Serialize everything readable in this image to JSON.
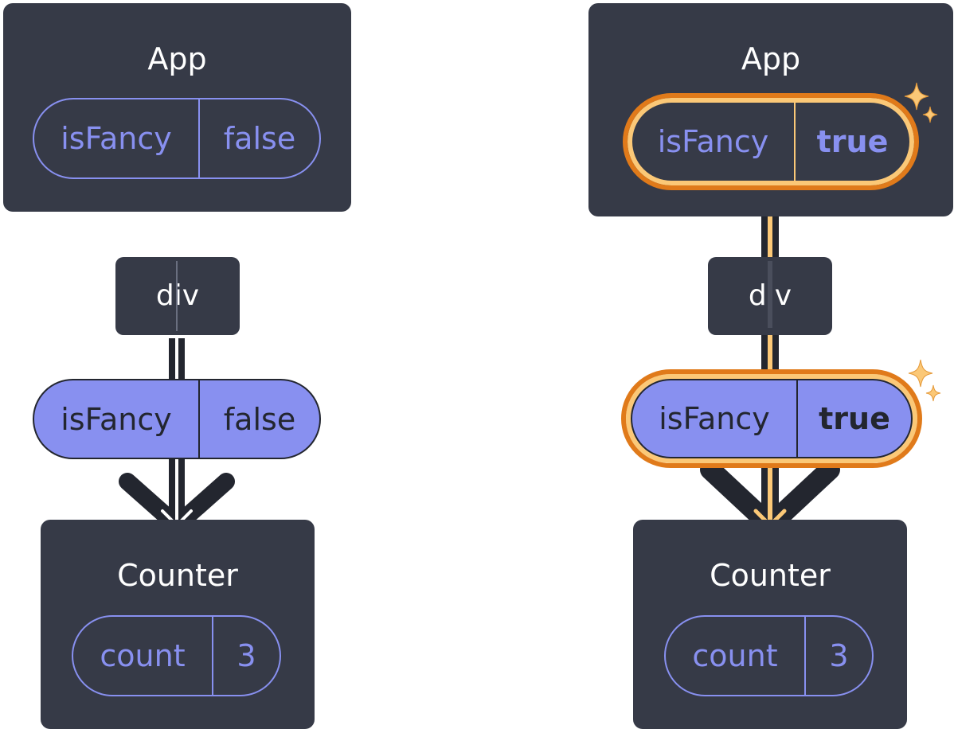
{
  "left": {
    "app": {
      "title": "App",
      "state": {
        "name": "isFancy",
        "value": "false"
      }
    },
    "div": {
      "title": "div"
    },
    "prop": {
      "name": "isFancy",
      "value": "false"
    },
    "counter": {
      "title": "Counter",
      "state": {
        "name": "count",
        "value": "3"
      }
    }
  },
  "right": {
    "app": {
      "title": "App",
      "state": {
        "name": "isFancy",
        "value": "true"
      }
    },
    "div": {
      "title": "div"
    },
    "prop": {
      "name": "isFancy",
      "value": "true"
    },
    "counter": {
      "title": "Counter",
      "state": {
        "name": "count",
        "value": "3"
      }
    }
  },
  "colors": {
    "box": "#363a47",
    "accent_purple": "#8890f0",
    "highlight_orange": "#e07a1a",
    "highlight_light": "#fbc877",
    "arrow_dark": "#23262f"
  }
}
